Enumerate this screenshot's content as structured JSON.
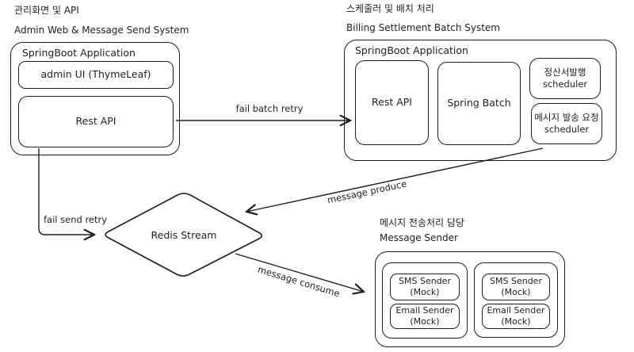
{
  "colors": {
    "stroke": "#1e1e1e",
    "background": "#ffffff"
  },
  "admin_section": {
    "korean_label": "관리화면 및 API",
    "title": "Admin Web & Message Send System",
    "container_label": "SpringBoot Application",
    "admin_ui_box": "admin UI (ThymeLeaf)",
    "rest_api_box": "Rest API"
  },
  "billing_section": {
    "korean_label": "스케줄러 및 배치 처리",
    "title": "Billing Settlement Batch System",
    "container_label": "SpringBoot Application",
    "rest_api_box": "Rest API",
    "spring_batch_box": "Spring Batch",
    "settlement_scheduler_box": "정산서발행\nscheduler",
    "message_request_scheduler_box": "메시지 발송 요청\nscheduler"
  },
  "redis": {
    "label": "Redis Stream"
  },
  "sender_section": {
    "korean_label": "메시지 전송처리 담당",
    "title": "Message Sender",
    "groups": [
      {
        "sms": "SMS Sender\n(Mock)",
        "email": "Email Sender\n(Mock)"
      },
      {
        "sms": "SMS Sender\n(Mock)",
        "email": "Email Sender\n(Mock)"
      }
    ]
  },
  "arrows": {
    "fail_batch_retry": "fail batch retry",
    "fail_send_retry": "fail send retry",
    "message_produce": "message produce",
    "message_consume": "message consume"
  }
}
